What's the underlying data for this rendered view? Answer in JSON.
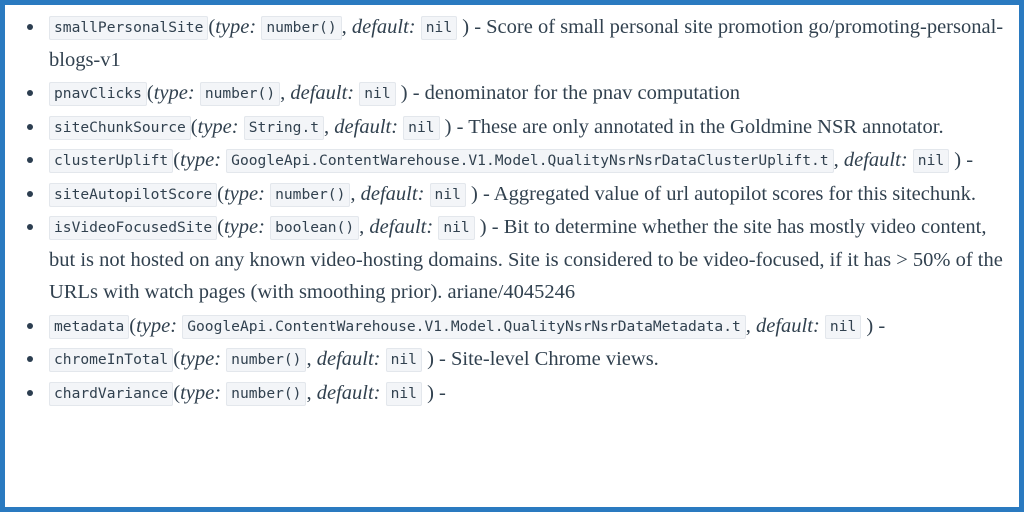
{
  "theme": {
    "frame_color": "#2a7ac0",
    "page_background": "#ffffff",
    "text_color": "#31414f",
    "code_chip_background": "#f3f5f8",
    "code_chip_border": "#e3e7ec"
  },
  "labels": {
    "open_paren": "(",
    "close_paren": ")",
    "type_label": "type:",
    "default_label": "default:",
    "comma": ",",
    "dash": "-"
  },
  "properties": [
    {
      "name": "smallPersonalSite",
      "type": "number()",
      "default": "nil",
      "description": "Score of small personal site promotion go/promoting-personal-blogs-v1"
    },
    {
      "name": "pnavClicks",
      "type": "number()",
      "default": "nil",
      "description": "denominator for the pnav computation"
    },
    {
      "name": "siteChunkSource",
      "type": "String.t",
      "default": "nil",
      "description": "These are only annotated in the Goldmine NSR annotator."
    },
    {
      "name": "clusterUplift",
      "type": "GoogleApi.ContentWarehouse.V1.Model.QualityNsrNsrDataClusterUplift.t",
      "default": "nil",
      "description": ""
    },
    {
      "name": "siteAutopilotScore",
      "type": "number()",
      "default": "nil",
      "description": "Aggregated value of url autopilot scores for this sitechunk."
    },
    {
      "name": "isVideoFocusedSite",
      "type": "boolean()",
      "default": "nil",
      "description": "Bit to determine whether the site has mostly video content, but is not hosted on any known video-hosting domains. Site is considered to be video-focused, if it has > 50% of the URLs with watch pages (with smoothing prior). ariane/4045246"
    },
    {
      "name": "metadata",
      "type": "GoogleApi.ContentWarehouse.V1.Model.QualityNsrNsrDataMetadata.t",
      "default": "nil",
      "description": ""
    },
    {
      "name": "chromeInTotal",
      "type": "number()",
      "default": "nil",
      "description": "Site-level Chrome views."
    },
    {
      "name": "chardVariance",
      "type": "number()",
      "default": "nil",
      "description": ""
    }
  ]
}
